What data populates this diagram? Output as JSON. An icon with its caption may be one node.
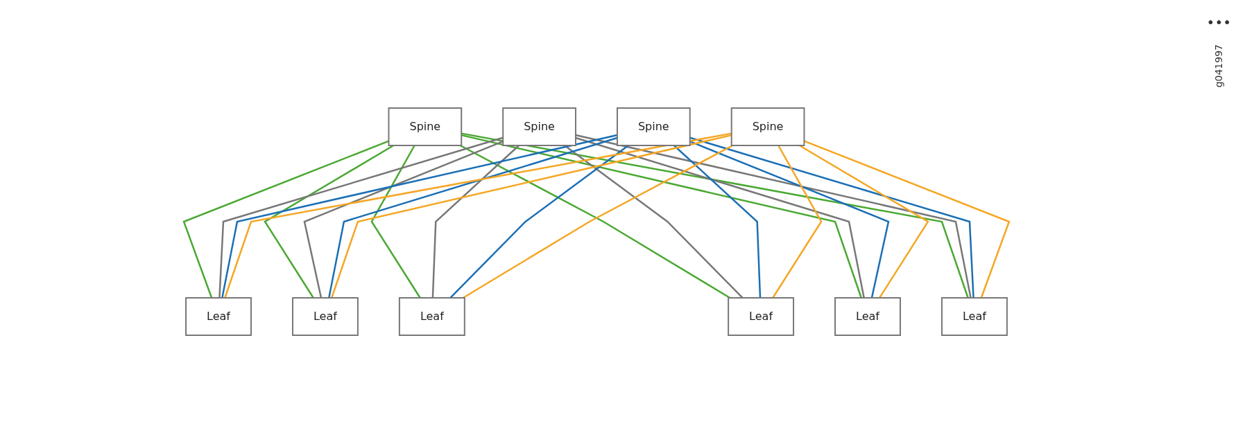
{
  "diagram": {
    "nodes": [
      {
        "text": [
          "Spine"
        ]
      },
      {
        "text": [
          "Spine"
        ]
      },
      {
        "text": [
          "Spine"
        ]
      },
      {
        "text": [
          "Spine"
        ]
      },
      {
        "text": [
          "Leaf"
        ]
      },
      {
        "text": [
          "Leaf"
        ]
      },
      {
        "text": [
          "Leaf"
        ]
      },
      {
        "text": [
          "Leaf"
        ]
      },
      {
        "text": [
          "Leaf"
        ]
      },
      {
        "text": [
          "Leaf"
        ]
      }
    ],
    "edges": [
      {
        "from": 0,
        "to": 4,
        "arrow": "none",
        "color": "#4aa832"
      },
      {
        "from": 0,
        "to": 5,
        "arrow": "none",
        "color": "#4aa832"
      },
      {
        "from": 0,
        "to": 6,
        "arrow": "none",
        "color": "#4aa832"
      },
      {
        "from": 0,
        "to": 7,
        "arrow": "none",
        "color": "#4aa832"
      },
      {
        "from": 0,
        "to": 8,
        "arrow": "none",
        "color": "#4aa832"
      },
      {
        "from": 0,
        "to": 9,
        "arrow": "none",
        "color": "#4aa832"
      },
      {
        "from": 1,
        "to": 4,
        "arrow": "none",
        "color": "#777777"
      },
      {
        "from": 1,
        "to": 5,
        "arrow": "none",
        "color": "#777777"
      },
      {
        "from": 1,
        "to": 6,
        "arrow": "none",
        "color": "#777777"
      },
      {
        "from": 1,
        "to": 7,
        "arrow": "none",
        "color": "#777777"
      },
      {
        "from": 1,
        "to": 8,
        "arrow": "none",
        "color": "#777777"
      },
      {
        "from": 1,
        "to": 9,
        "arrow": "none",
        "color": "#777777"
      },
      {
        "from": 2,
        "to": 4,
        "arrow": "none",
        "color": "#1a6fb5"
      },
      {
        "from": 2,
        "to": 5,
        "arrow": "none",
        "color": "#1a6fb5"
      },
      {
        "from": 2,
        "to": 6,
        "arrow": "none",
        "color": "#1a6fb5"
      },
      {
        "from": 2,
        "to": 7,
        "arrow": "none",
        "color": "#1a6fb5"
      },
      {
        "from": 2,
        "to": 8,
        "arrow": "none",
        "color": "#1a6fb5"
      },
      {
        "from": 2,
        "to": 9,
        "arrow": "none",
        "color": "#1a6fb5"
      },
      {
        "from": 3,
        "to": 4,
        "arrow": "none",
        "color": "#f5a623"
      },
      {
        "from": 3,
        "to": 5,
        "arrow": "none",
        "color": "#f5a623"
      },
      {
        "from": 3,
        "to": 6,
        "arrow": "none",
        "color": "#f5a623"
      },
      {
        "from": 3,
        "to": 7,
        "arrow": "none",
        "color": "#f5a623"
      },
      {
        "from": 3,
        "to": 8,
        "arrow": "none",
        "color": "#f5a623"
      },
      {
        "from": 3,
        "to": 9,
        "arrow": "none",
        "color": "#f5a623"
      }
    ],
    "labels": [
      "•••",
      "g041997"
    ]
  }
}
